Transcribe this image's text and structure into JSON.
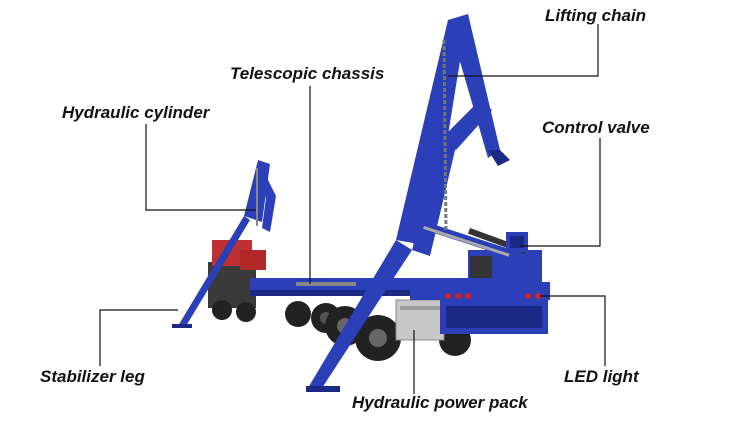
{
  "labels": {
    "lifting_chain": "Lifting chain",
    "telescopic_chassis": "Telescopic chassis",
    "hydraulic_cylinder": "Hydraulic cylinder",
    "control_valve": "Control valve",
    "stabilizer_leg": "Stabilizer leg",
    "led_light": "LED light",
    "hydraulic_power_pack": "Hydraulic power pack"
  },
  "colors": {
    "frame_blue": "#2a3fb8",
    "frame_dark": "#1a2a85",
    "tire": "#222222",
    "leader_line": "#111111",
    "led_red": "#e02020"
  }
}
